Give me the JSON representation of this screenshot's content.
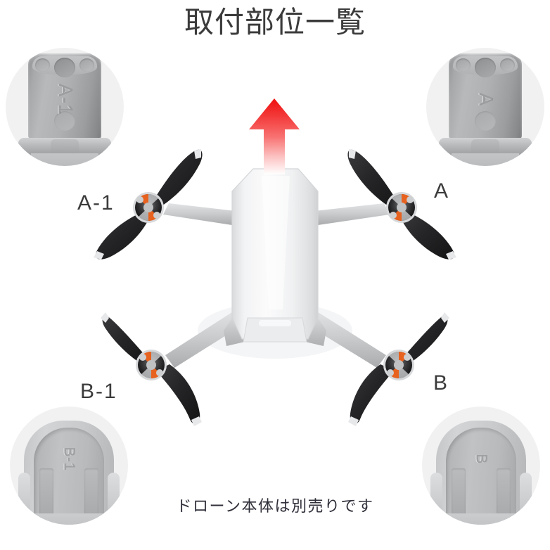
{
  "page": {
    "title": "取付部位一覧",
    "footnote": "ドローン本体は別売りです",
    "background_color": "#ffffff",
    "title_color": "#3b3b3b",
    "footnote_color": "#2f2f3a"
  },
  "labels": {
    "top_left": "A-1",
    "top_right": "A",
    "bottom_left": "B-1",
    "bottom_right": "B"
  },
  "insets": [
    {
      "position": "top-left",
      "part_label": "A-1",
      "part_type": "motor-arm-mount",
      "embossed_text": "A-1",
      "circle_fill": "#f1f1f1"
    },
    {
      "position": "top-right",
      "part_label": "A",
      "part_type": "motor-arm-mount",
      "embossed_text": "A",
      "circle_fill": "#f1f1f1"
    },
    {
      "position": "bottom-left",
      "part_label": "B-1",
      "part_type": "rear-arm-bay",
      "embossed_text": "B-1",
      "circle_fill": "#f1f1f1"
    },
    {
      "position": "bottom-right",
      "part_label": "B",
      "part_type": "rear-arm-bay",
      "embossed_text": "B",
      "circle_fill": "#f1f1f1"
    }
  ],
  "arrow": {
    "name": "forward-direction-arrow",
    "direction": "up",
    "color_top": "#f31616",
    "color_bottom": "#ffffff"
  },
  "drone": {
    "name": "quadcopter-top-view",
    "body_color": "#f2f3f4",
    "arm_color": "#c9cbcd",
    "propeller_color": "#2c2c2e",
    "motor_winding_color": "#e8621f",
    "rotor_count": 4,
    "blades_per_rotor": 2
  }
}
